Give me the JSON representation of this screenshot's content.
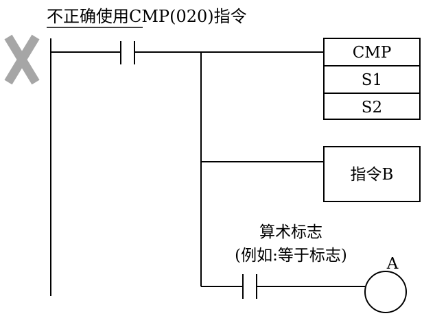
{
  "title": "不正确使用CMP(020)指令",
  "error_mark": {
    "icon": "cross-mark-icon",
    "color": "#a6a6a6"
  },
  "cmp_block": {
    "name": "CMP",
    "operand1": "S1",
    "operand2": "S2"
  },
  "instruction_b": {
    "label": "指令B"
  },
  "flag_contact": {
    "label_line1": "算术标志",
    "label_line2": "(例如:等于标志)"
  },
  "output_coil": {
    "label": "A"
  }
}
